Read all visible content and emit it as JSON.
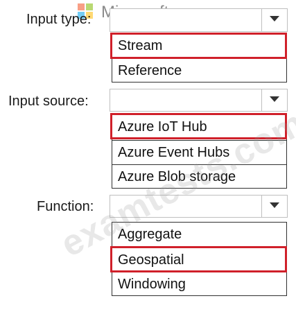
{
  "logo": {
    "text": "Microsoft",
    "colors": [
      "#f25022",
      "#7fba00",
      "#00a4ef",
      "#ffb900"
    ]
  },
  "watermark": "examtests.com",
  "groups": [
    {
      "label": "Input type:",
      "options": [
        "Stream",
        "Reference"
      ],
      "highlighted": "Stream"
    },
    {
      "label": "Input source:",
      "options": [
        "Azure IoT Hub",
        "Azure Event Hubs",
        "Azure Blob storage"
      ],
      "highlighted": "Azure IoT Hub"
    },
    {
      "label": "Function:",
      "options": [
        "Aggregate",
        "Geospatial",
        "Windowing"
      ],
      "highlighted": "Geospatial"
    }
  ],
  "highlight_color": "#d0202a",
  "icons": {
    "dropdown": "chevron-down-icon"
  }
}
